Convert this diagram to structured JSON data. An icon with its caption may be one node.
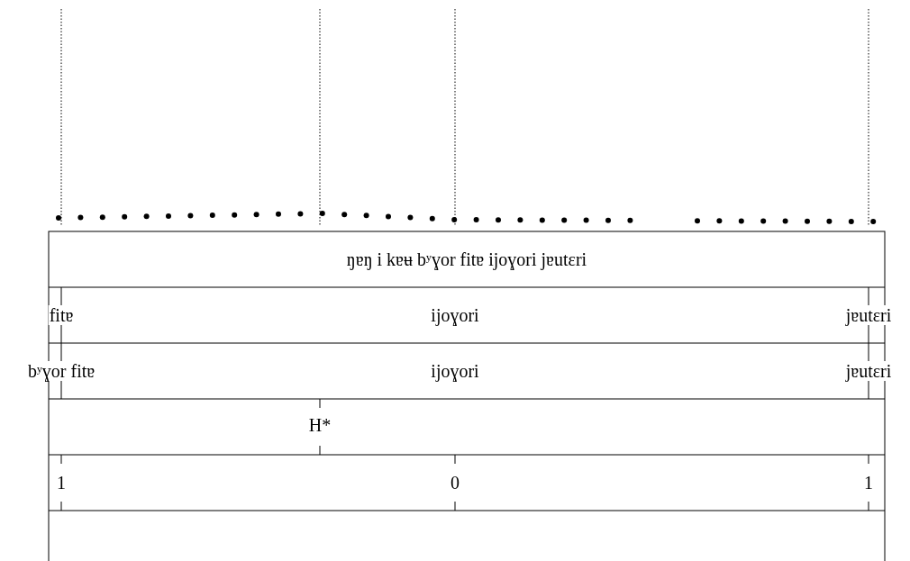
{
  "diagram": {
    "labels": [
      "ŋɐŋ i kɐʉ bʸɣor fitɐ ijoɣori jɐutɛri",
      "fitɐ",
      "ijoɣori",
      "jɐutɛri",
      "bʸɣor fitɐ",
      "ijoɣori",
      "jɐutɛri",
      "H*",
      "1",
      "0",
      "1"
    ]
  }
}
